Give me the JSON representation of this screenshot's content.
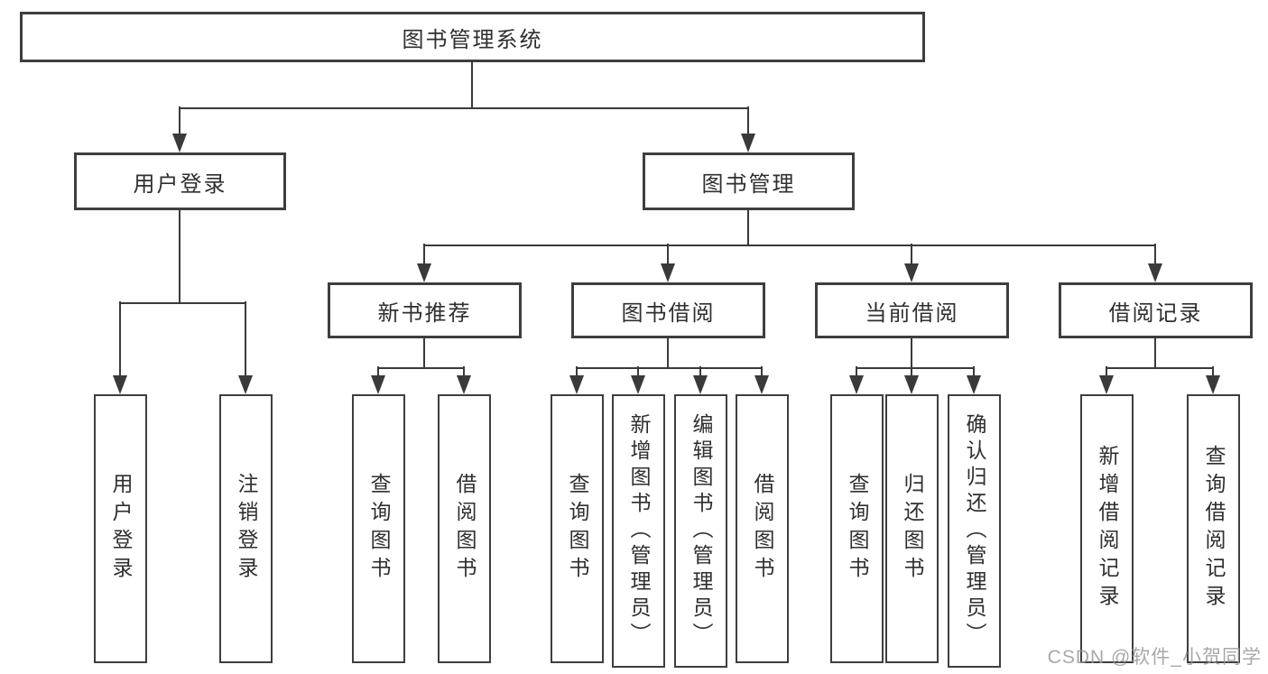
{
  "tree": {
    "label": "图书管理系统",
    "children": [
      {
        "label": "用户登录",
        "children": [
          {
            "label": "用户登录"
          },
          {
            "label": "注销登录"
          }
        ]
      },
      {
        "label": "图书管理",
        "children": [
          {
            "label": "新书推荐",
            "children": [
              {
                "label": "查询图书"
              },
              {
                "label": "借阅图书"
              }
            ]
          },
          {
            "label": "图书借阅",
            "children": [
              {
                "label": "查询图书"
              },
              {
                "label": "新增图书（管理员）"
              },
              {
                "label": "编辑图书（管理员）"
              },
              {
                "label": "借阅图书"
              }
            ]
          },
          {
            "label": "当前借阅",
            "children": [
              {
                "label": "查询图书"
              },
              {
                "label": "归还图书"
              },
              {
                "label": "确认归还（管理员）"
              }
            ]
          },
          {
            "label": "借阅记录",
            "children": [
              {
                "label": "新增借阅记录"
              },
              {
                "label": "查询借阅记录"
              }
            ]
          }
        ]
      }
    ]
  },
  "watermark": {
    "text": "CSDN @软件_小贺同学"
  },
  "colors": {
    "line": "#3a3a3a",
    "box_border": "#3e3e3e",
    "text": "#2f2f2f",
    "watermark": "#9a9a9a",
    "background": "#ffffff"
  }
}
